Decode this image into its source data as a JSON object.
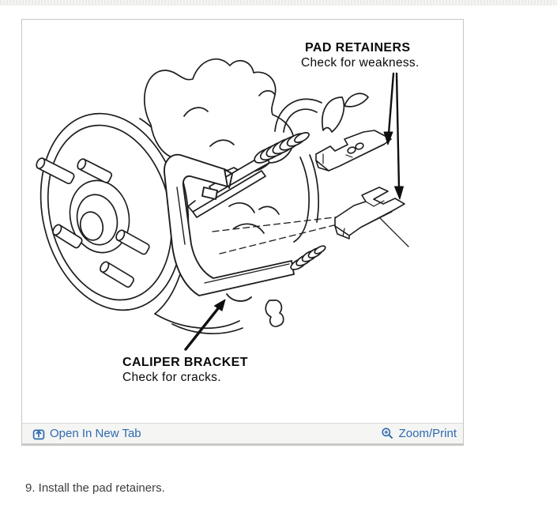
{
  "page": {
    "step_instruction": "9. Install the pad retainers."
  },
  "figure": {
    "callouts": {
      "pad_retainers": {
        "title": "PAD RETAINERS",
        "note": "Check for weakness."
      },
      "caliper_bracket": {
        "title": "CALIPER BRACKET",
        "note": "Check for cracks."
      }
    },
    "footer": {
      "open_in_new_tab": "Open In New Tab",
      "zoom_print": "Zoom/Print"
    },
    "icons": {
      "open_in_new_tab": "open-in-new-tab-icon",
      "zoom_print": "magnifier-icon"
    },
    "colors": {
      "link_blue": "#2e6ab1",
      "line_art": "#1e1e1e",
      "panel_border": "#c6c6c4",
      "step_text": "#3e3e3e"
    }
  }
}
